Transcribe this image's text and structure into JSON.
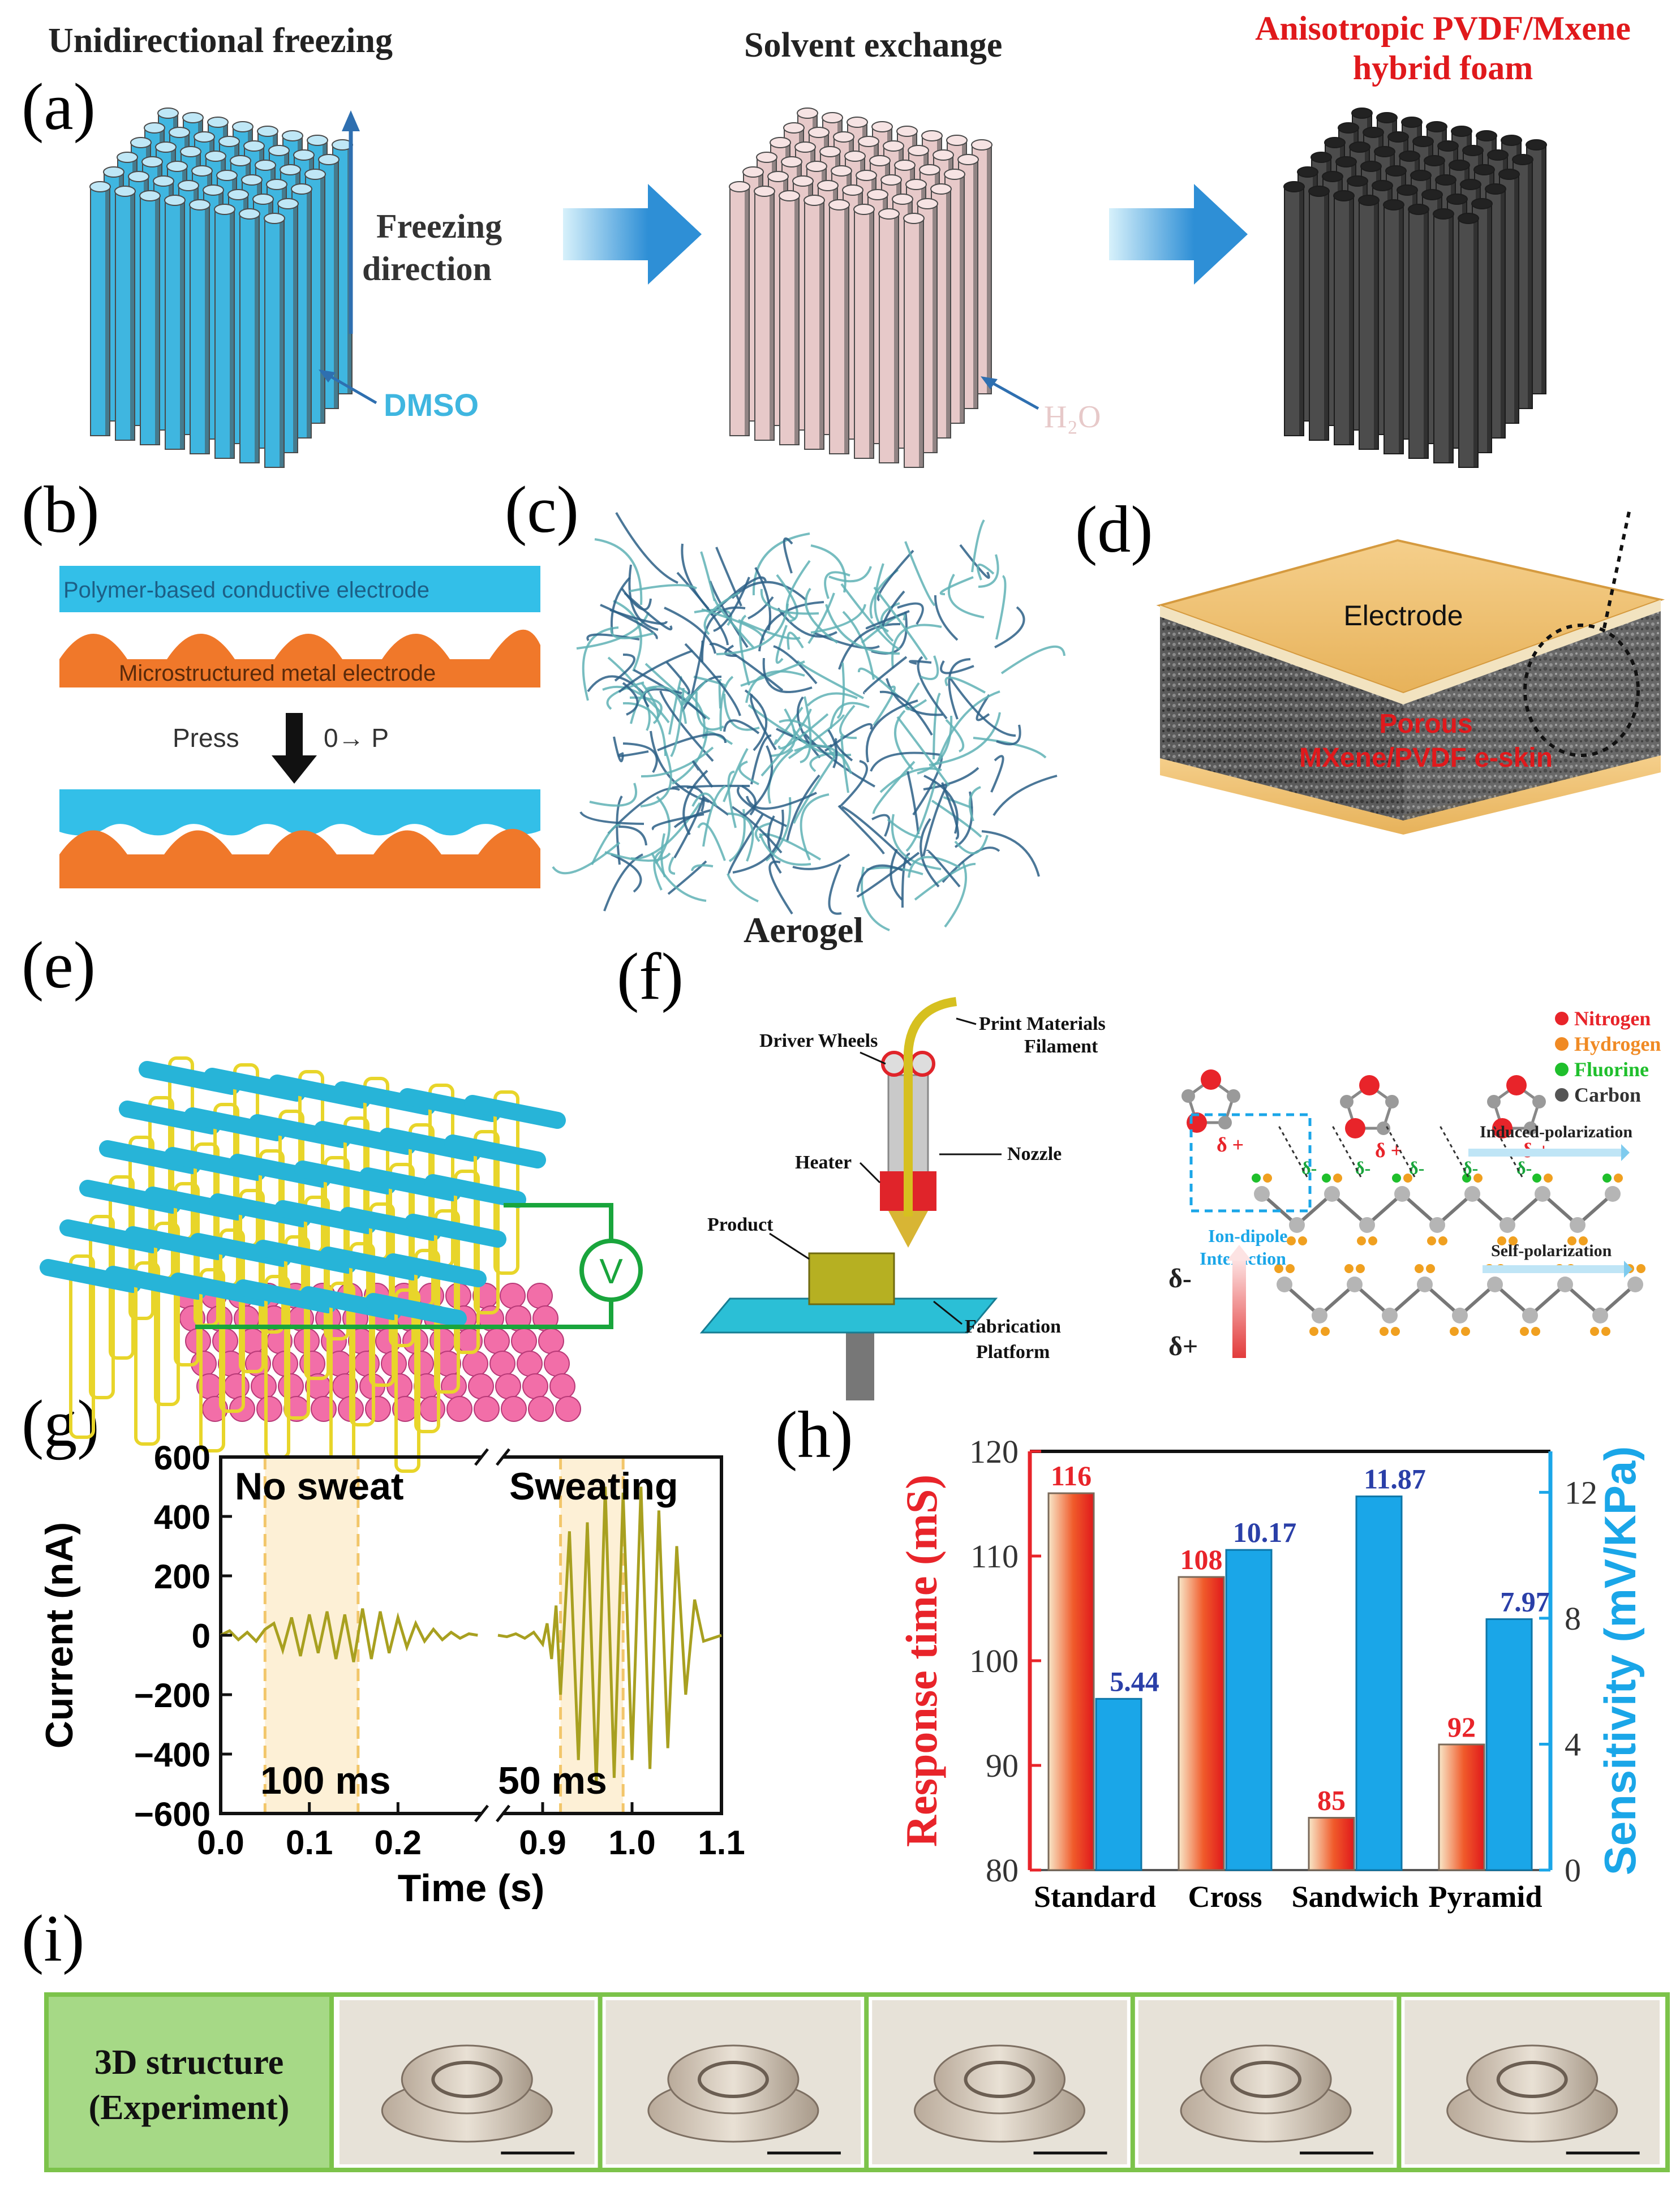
{
  "panel_labels": [
    "(a)",
    "(b)",
    "(c)",
    "(d)",
    "(e)",
    "(f)",
    "(g)",
    "(h)",
    "(i)"
  ],
  "a": {
    "step1_title": "Unidirectional freezing",
    "step2_title": "Solvent exchange",
    "step3_title_line1": "Anisotropic PVDF/Mxene",
    "step3_title_line2": "hybrid foam",
    "freezing_line1": "Freezing",
    "freezing_line2": "direction",
    "dmso": "DMSO",
    "h2o": "H₂O",
    "colors": {
      "dmso": "#3fb6e0",
      "h2o": "#e7c9c9",
      "foam": "#3a3a3a",
      "arrow": "#2e8fd6",
      "title_red": "#e0191c"
    }
  },
  "b": {
    "top_electrode": "Polymer-based conductive electrode",
    "bottom_electrode": "Microstructured metal electrode",
    "press": "Press",
    "pressure": "0→ P",
    "colors": {
      "top": "#33bfe8",
      "bottom": "#f0782a"
    }
  },
  "c": {
    "caption": "Aerogel"
  },
  "d": {
    "electrode": "Electrode",
    "porous_line1": "Porous",
    "porous_line2": "MXene/PVDF e-skin"
  },
  "e": {
    "meter": "V"
  },
  "f": {
    "driver_wheels": "Driver Wheels",
    "print_materials_line1": "Print Materials",
    "print_materials_line2": "Filament",
    "heater": "Heater",
    "nozzle": "Nozzle",
    "product": "Product",
    "fabrication_line1": "Fabrication",
    "fabrication_line2": "Platform",
    "legend": [
      "Nitrogen",
      "Hydrogen",
      "Fluorine",
      "Carbon"
    ],
    "legend_colors": [
      "#e8242a",
      "#f08a24",
      "#1fbf2c",
      "#555555"
    ],
    "delta_plus": "δ +",
    "delta_minus": "δ-",
    "ion_dipole_line1": "Ion-dipole",
    "ion_dipole_line2": "Interaction",
    "induced": "Induced-polarization",
    "self": "Self-polarization",
    "axis_minus": "δ-",
    "axis_plus": "δ+"
  },
  "chart_data": [
    {
      "panel": "g",
      "type": "line",
      "ylabel": "Current (nA)",
      "xlabel": "Time (s)",
      "ylim": [
        -600,
        600
      ],
      "yticks": [
        -600,
        -400,
        -200,
        0,
        200,
        400,
        600
      ],
      "xticks_left": [
        0.0,
        0.1,
        0.2
      ],
      "xticks_right": [
        0.9,
        1.0,
        1.1
      ],
      "xtick_labels_left": [
        "0.0",
        "0.1",
        "0.2"
      ],
      "xtick_labels_right": [
        "0.9",
        "1.0",
        "1.1"
      ],
      "x_break_ranges": [
        [
          0.0,
          0.3
        ],
        [
          0.85,
          1.1
        ]
      ],
      "annotations": [
        "No sweat",
        "Sweating",
        "100 ms",
        "50 ms"
      ],
      "highlight_ranges": [
        [
          0.05,
          0.155
        ],
        [
          0.92,
          0.99
        ]
      ],
      "series": [
        {
          "x": [
            0.0,
            0.01,
            0.02,
            0.03,
            0.04,
            0.05,
            0.06,
            0.07,
            0.08,
            0.09,
            0.1,
            0.11,
            0.12,
            0.13,
            0.14,
            0.15,
            0.16,
            0.17,
            0.18,
            0.19,
            0.2,
            0.21,
            0.22,
            0.23,
            0.24,
            0.25,
            0.26,
            0.27,
            0.28,
            0.29
          ],
          "values": [
            0,
            15,
            -15,
            10,
            -20,
            20,
            40,
            -50,
            60,
            -70,
            70,
            -60,
            80,
            -80,
            70,
            -90,
            90,
            -80,
            80,
            -60,
            60,
            -40,
            40,
            -20,
            20,
            -15,
            10,
            -10,
            5,
            0
          ]
        },
        {
          "x": [
            0.85,
            0.86,
            0.87,
            0.88,
            0.89,
            0.9,
            0.905,
            0.91,
            0.915,
            0.92,
            0.93,
            0.94,
            0.95,
            0.96,
            0.97,
            0.98,
            0.99,
            1.0,
            1.01,
            1.02,
            1.03,
            1.04,
            1.05,
            1.06,
            1.07,
            1.08,
            1.1
          ],
          "values": [
            0,
            -5,
            5,
            -10,
            10,
            -30,
            40,
            -80,
            100,
            -200,
            350,
            -420,
            380,
            -500,
            500,
            -480,
            480,
            -420,
            500,
            -450,
            420,
            -380,
            300,
            -200,
            120,
            -20,
            0
          ]
        }
      ],
      "color": "#a8a020"
    },
    {
      "panel": "h",
      "type": "bar",
      "categories": [
        "Standard",
        "Cross",
        "Sandwich",
        "Pyramid"
      ],
      "ylabel": "Response time (mS)",
      "ylabel_right": "Sensitivity (mV/KPa)",
      "ylim": [
        80,
        120
      ],
      "ylim_right": [
        0,
        13.3
      ],
      "yticks": [
        80,
        90,
        100,
        110,
        120
      ],
      "yticks_right": [
        0,
        4,
        8,
        12
      ],
      "series": [
        {
          "name": "Response time",
          "values": [
            116,
            108,
            85,
            92
          ],
          "labels": [
            "116",
            "108",
            "85",
            "92"
          ],
          "color": "#e8242a",
          "axis": "left"
        },
        {
          "name": "Sensitivity",
          "values": [
            5.44,
            10.17,
            11.87,
            7.97
          ],
          "labels": [
            "5.44",
            "10.17",
            "11.87",
            "7.97"
          ],
          "color": "#1aa6e8",
          "axis": "right"
        }
      ]
    }
  ],
  "i": {
    "label_line1": "3D structure",
    "label_line2": "(Experiment)",
    "photo_count": 5,
    "border_color": "#7cc34a",
    "label_bg": "#a6d986"
  }
}
